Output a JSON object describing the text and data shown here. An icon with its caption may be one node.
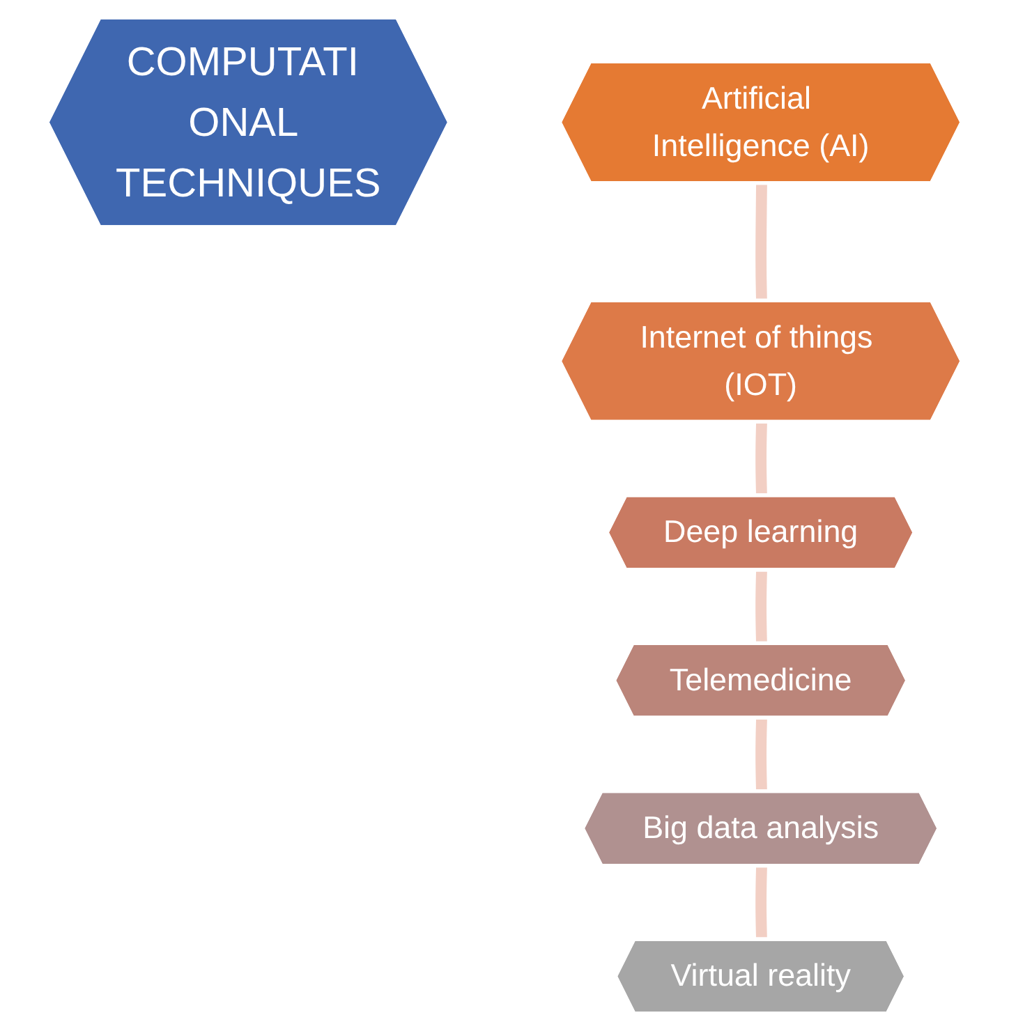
{
  "diagram": {
    "nodes": [
      {
        "text": [
          "COMPUTATI ONAL TECHNIQUES"
        ]
      },
      {
        "text": [
          "Artificial Intelligence (AI)"
        ]
      },
      {
        "text": [
          "Internet of things (IOT)"
        ]
      },
      {
        "text": [
          "Deep learning"
        ]
      },
      {
        "text": [
          "Telemedicine"
        ]
      },
      {
        "text": [
          "Big data analysis"
        ]
      },
      {
        "text": [
          "Virtual reality"
        ]
      }
    ],
    "edges": [
      {
        "from": 1,
        "to": 2,
        "arrow": "none"
      },
      {
        "from": 2,
        "to": 3,
        "arrow": "none"
      },
      {
        "from": 3,
        "to": 4,
        "arrow": "none"
      },
      {
        "from": 4,
        "to": 5,
        "arrow": "none"
      },
      {
        "from": 5,
        "to": 6,
        "arrow": "none"
      }
    ]
  }
}
